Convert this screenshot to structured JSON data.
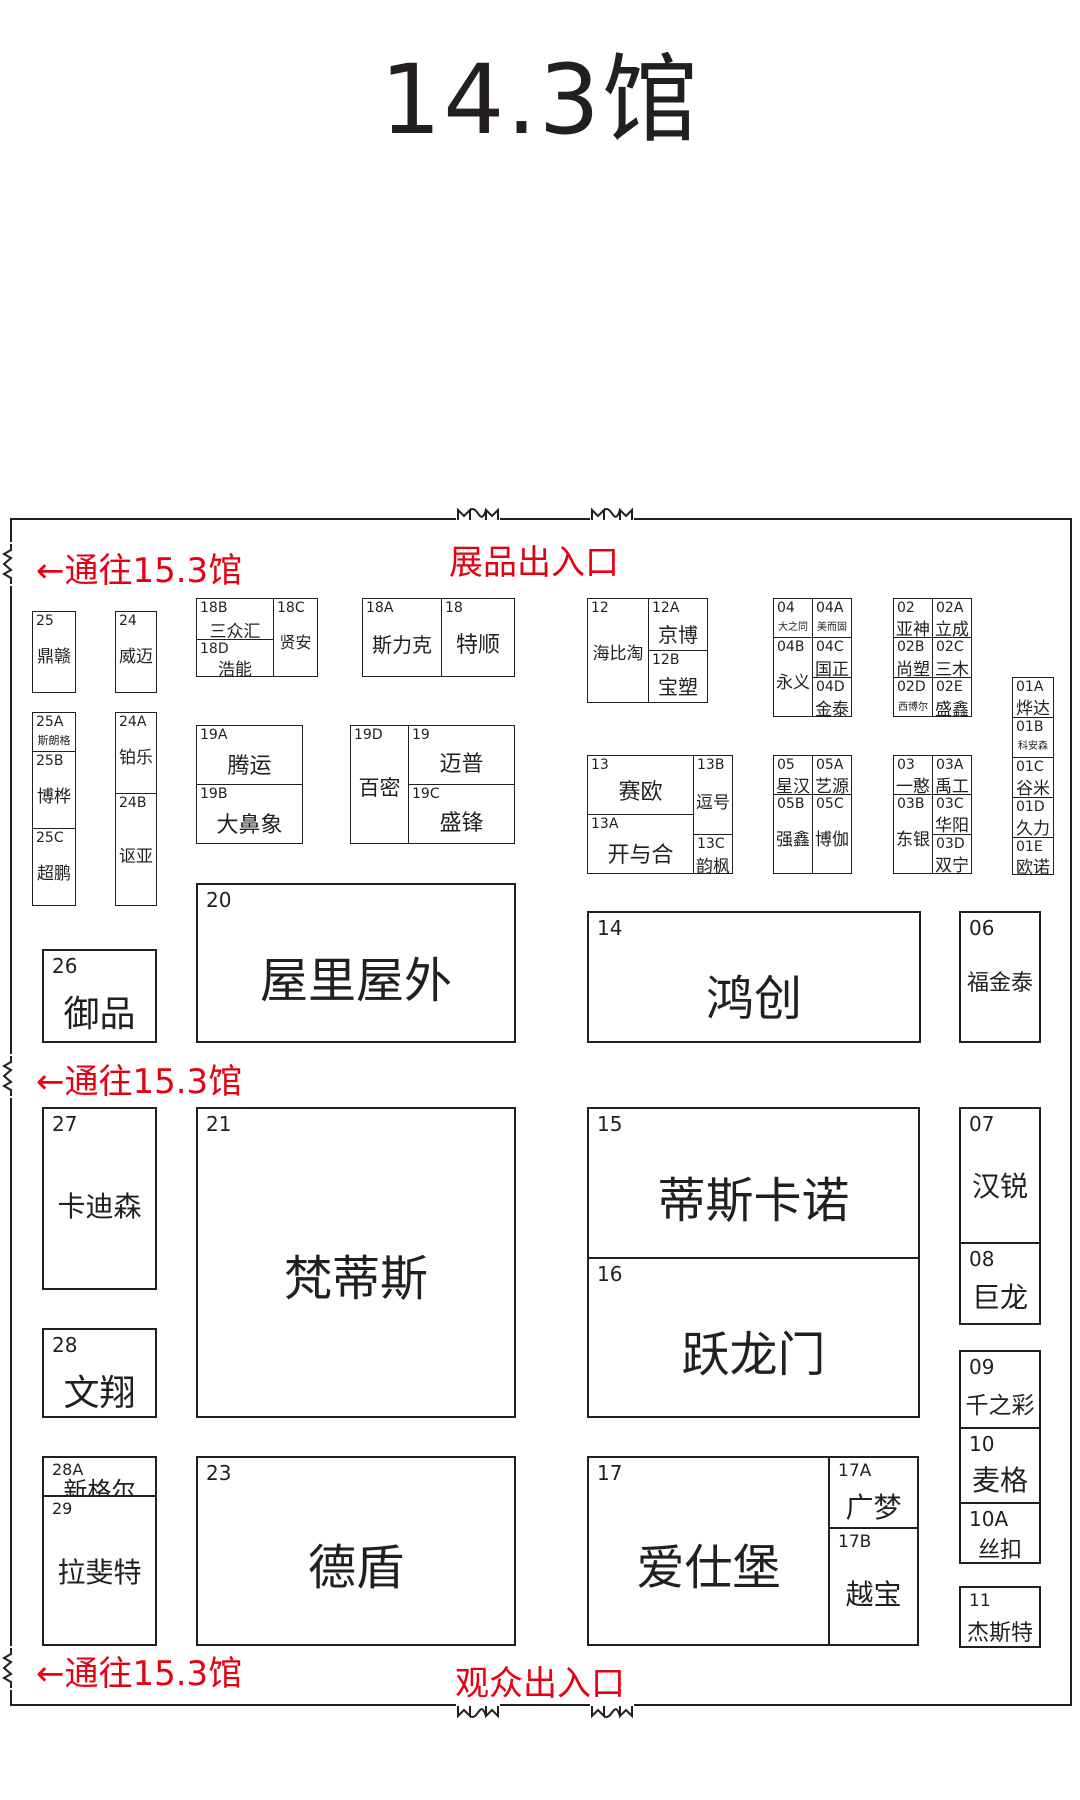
{
  "title": "14.3馆",
  "exhibit_entrance": "展品出入口",
  "visitor_entrance": "观众出入口",
  "side_link": "←通往15.3馆",
  "booths": {
    "b25": {
      "num": "25",
      "name": "鼎赣"
    },
    "b25a": {
      "num": "25A",
      "name": "斯朗格"
    },
    "b25b": {
      "num": "25B",
      "name": "博桦"
    },
    "b25c": {
      "num": "25C",
      "name": "超鹏"
    },
    "b24": {
      "num": "24",
      "name": "威迈"
    },
    "b24a": {
      "num": "24A",
      "name": "铂乐"
    },
    "b24b": {
      "num": "24B",
      "name": "讴亚"
    },
    "b18b": {
      "num": "18B",
      "name": "三众汇"
    },
    "b18c": {
      "num": "18C",
      "name": "贤安"
    },
    "b18d": {
      "num": "18D",
      "name": "浩能"
    },
    "b18a": {
      "num": "18A",
      "name": "斯力克"
    },
    "b18": {
      "num": "18",
      "name": "特顺"
    },
    "b12": {
      "num": "12",
      "name": "海比淘"
    },
    "b12a": {
      "num": "12A",
      "name": "京博"
    },
    "b12b": {
      "num": "12B",
      "name": "宝塑"
    },
    "b04": {
      "num": "04",
      "name": "大之同"
    },
    "b04a": {
      "num": "04A",
      "name": "美而固"
    },
    "b04b": {
      "num": "04B",
      "name": "永义"
    },
    "b04c": {
      "num": "04C",
      "name": "国正"
    },
    "b04d": {
      "num": "04D",
      "name": "金泰"
    },
    "b02": {
      "num": "02",
      "name": "亚神"
    },
    "b02a": {
      "num": "02A",
      "name": "立成"
    },
    "b02b": {
      "num": "02B",
      "name": "尚塑"
    },
    "b02c": {
      "num": "02C",
      "name": "三木"
    },
    "b02d": {
      "num": "02D",
      "name": "西博尔"
    },
    "b02e": {
      "num": "02E",
      "name": "盛鑫"
    },
    "b01a": {
      "num": "01A",
      "name": "烨达"
    },
    "b01b": {
      "num": "01B",
      "name": "科安森"
    },
    "b01c": {
      "num": "01C",
      "name": "谷米"
    },
    "b01d": {
      "num": "01D",
      "name": "久力"
    },
    "b01e": {
      "num": "01E",
      "name": "欧诺"
    },
    "b19a": {
      "num": "19A",
      "name": "腾运"
    },
    "b19b": {
      "num": "19B",
      "name": "大鼻象"
    },
    "b19d": {
      "num": "19D",
      "name": "百密"
    },
    "b19": {
      "num": "19",
      "name": "迈普"
    },
    "b19c": {
      "num": "19C",
      "name": "盛锋"
    },
    "b13": {
      "num": "13",
      "name": "赛欧"
    },
    "b13a": {
      "num": "13A",
      "name": "开与合"
    },
    "b13b": {
      "num": "13B",
      "name": "逗号"
    },
    "b13c": {
      "num": "13C",
      "name": "韵枫"
    },
    "b05": {
      "num": "05",
      "name": "星汉"
    },
    "b05a": {
      "num": "05A",
      "name": "艺源"
    },
    "b05b": {
      "num": "05B",
      "name": "强鑫"
    },
    "b05c": {
      "num": "05C",
      "name": "博伽"
    },
    "b03": {
      "num": "03",
      "name": "一憨"
    },
    "b03a": {
      "num": "03A",
      "name": "禹工"
    },
    "b03b": {
      "num": "03B",
      "name": "东银"
    },
    "b03c": {
      "num": "03C",
      "name": "华阳"
    },
    "b03d": {
      "num": "03D",
      "name": "双宁"
    },
    "b20": {
      "num": "20",
      "name": "屋里屋外"
    },
    "b14": {
      "num": "14",
      "name": "鸿创"
    },
    "b06": {
      "num": "06",
      "name": "福金泰"
    },
    "b26": {
      "num": "26",
      "name": "御品"
    },
    "b27": {
      "num": "27",
      "name": "卡迪森"
    },
    "b21": {
      "num": "21",
      "name": "梵蒂斯"
    },
    "b15": {
      "num": "15",
      "name": "蒂斯卡诺"
    },
    "b16": {
      "num": "16",
      "name": "跃龙门"
    },
    "b07": {
      "num": "07",
      "name": "汉锐"
    },
    "b08": {
      "num": "08",
      "name": "巨龙"
    },
    "b28": {
      "num": "28",
      "name": "文翔"
    },
    "b09": {
      "num": "09",
      "name": "千之彩"
    },
    "b10": {
      "num": "10",
      "name": "麦格"
    },
    "b10a": {
      "num": "10A",
      "name": "丝扣"
    },
    "b28a": {
      "num": "28A",
      "name": "新格尔"
    },
    "b29": {
      "num": "29",
      "name": "拉斐特"
    },
    "b23": {
      "num": "23",
      "name": "德盾"
    },
    "b17": {
      "num": "17",
      "name": "爱仕堡"
    },
    "b17a": {
      "num": "17A",
      "name": "广梦"
    },
    "b17b": {
      "num": "17B",
      "name": "越宝"
    },
    "b11": {
      "num": "11",
      "name": "杰斯特"
    }
  },
  "colors": {
    "accent_red": "#e60012",
    "line": "#231f20"
  }
}
